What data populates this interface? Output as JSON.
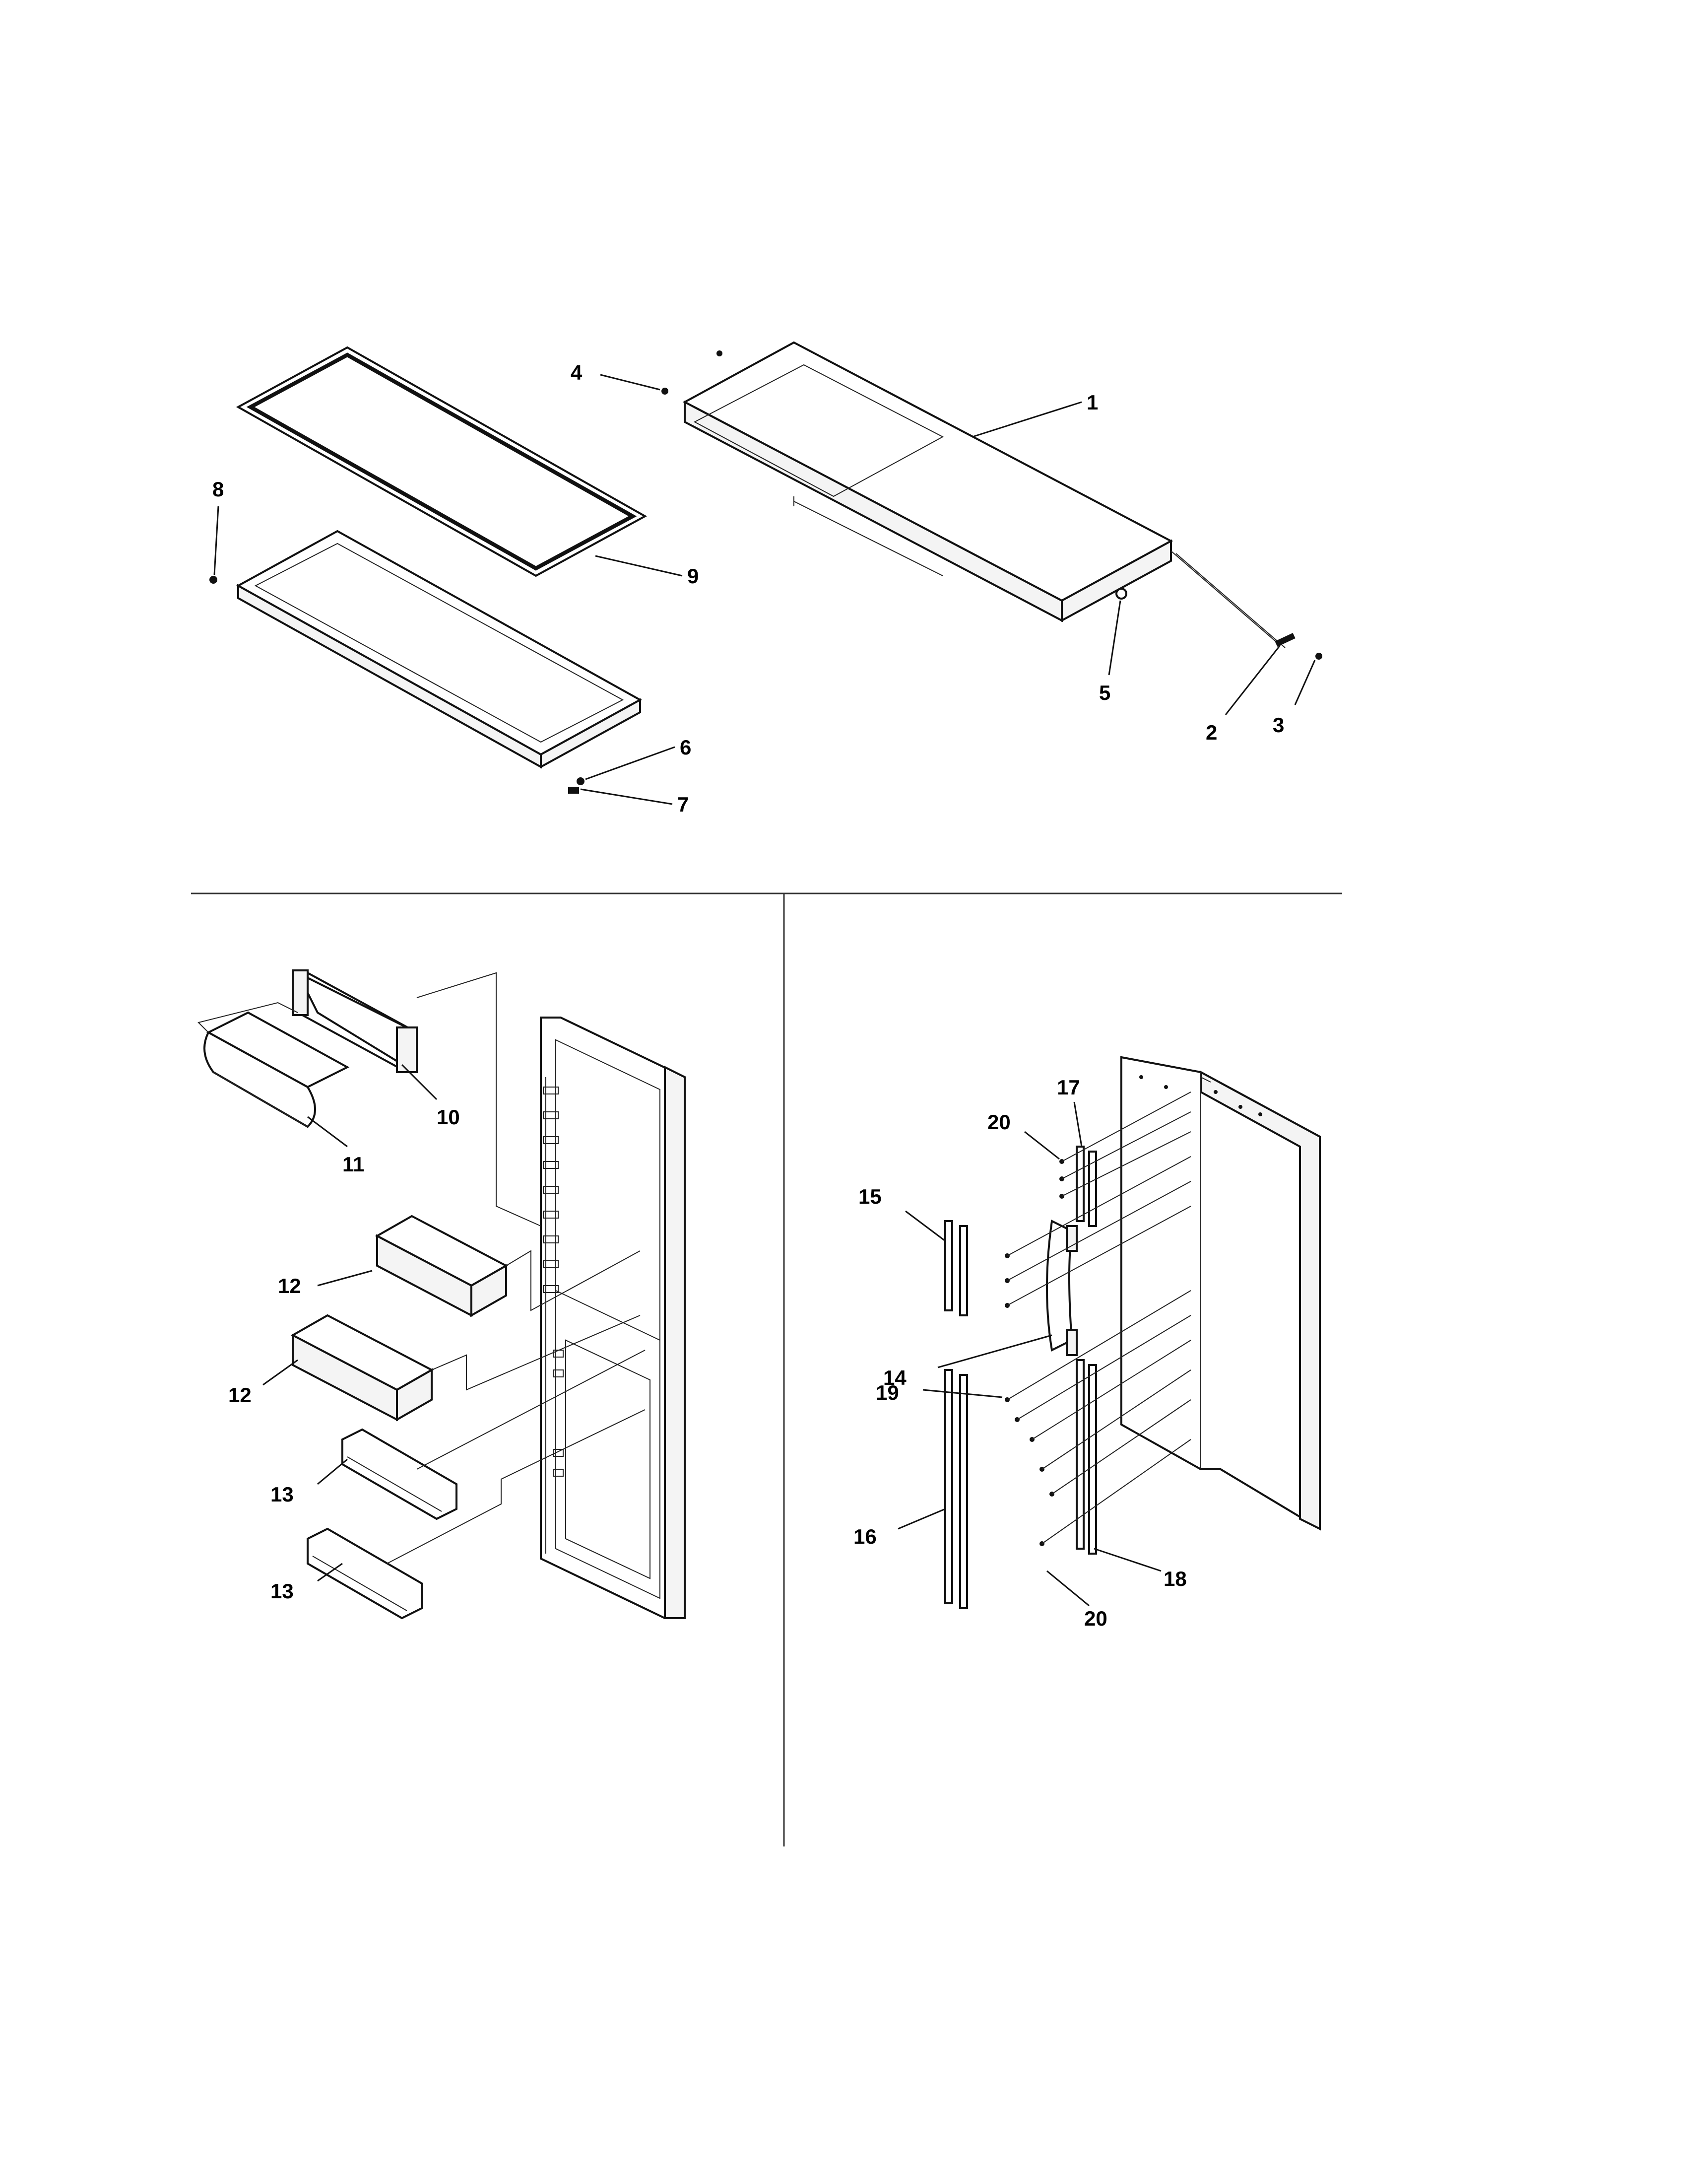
{
  "callouts": {
    "c1": "1",
    "c2": "2",
    "c3": "3",
    "c4": "4",
    "c5": "5",
    "c6": "6",
    "c7": "7",
    "c8": "8",
    "c9": "9",
    "c10": "10",
    "c11": "11",
    "c12a": "12",
    "c12b": "12",
    "c13a": "13",
    "c13b": "13",
    "c14": "14",
    "c15": "15",
    "c16": "16",
    "c17": "17",
    "c18": "18",
    "c19": "19",
    "c20a": "20",
    "c20b": "20"
  }
}
